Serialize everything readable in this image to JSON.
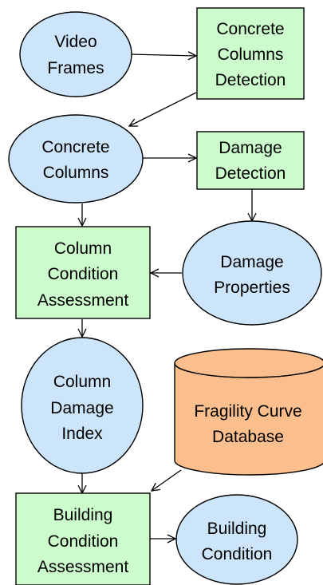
{
  "colors": {
    "ellipse_fill": "#cce5fa",
    "process_fill": "#ccfccc",
    "database_fill": "#fbbf8d",
    "line": "#000000"
  },
  "nodes": {
    "video_frames": {
      "lines": [
        "Video",
        "Frames"
      ]
    },
    "concrete_columns_detection": {
      "lines": [
        "Concrete",
        "Columns",
        "Detection"
      ]
    },
    "concrete_columns": {
      "lines": [
        "Concrete",
        "Columns"
      ]
    },
    "damage_detection": {
      "lines": [
        "Damage",
        "Detection"
      ]
    },
    "column_condition_assessment": {
      "lines": [
        "Column",
        "Condition",
        "Assessment"
      ]
    },
    "damage_properties": {
      "lines": [
        "Damage",
        "Properties"
      ]
    },
    "column_damage_index": {
      "lines": [
        "Column",
        "Damage",
        "Index"
      ]
    },
    "fragility_curve_database": {
      "lines": [
        "Fragility Curve",
        "Database"
      ]
    },
    "building_condition_assessment": {
      "lines": [
        "Building",
        "Condition",
        "Assessment"
      ]
    },
    "building_condition": {
      "lines": [
        "Building",
        "Condition"
      ]
    }
  }
}
